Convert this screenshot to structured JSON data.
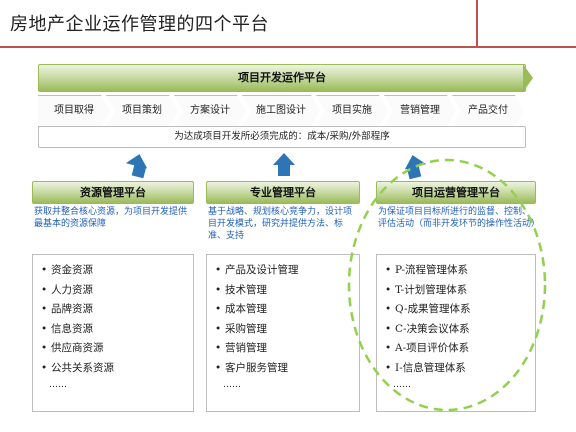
{
  "title": "房地产企业运作管理的四个平台",
  "band": {
    "label": "项目开发运作平台"
  },
  "steps": [
    "项目取得",
    "项目策划",
    "方案设计",
    "施工图设计",
    "项目实施",
    "营销管理",
    "产品交付"
  ],
  "requirement": "为达成项目开发所必须完成的：成本/采购/外部程序",
  "platforms": [
    {
      "name": "资源管理平台",
      "desc": "获取并整合核心资源，为项目开发提供最基本的资源保障",
      "items": [
        "资金资源",
        "人力资源",
        "品牌资源",
        "信息资源",
        "供应商资源",
        "公共关系资源"
      ],
      "more": "……"
    },
    {
      "name": "专业管理平台",
      "desc": "基于战略、规划核心竞争力，设计项目开发模式，研究并提供方法、标准、支持",
      "items": [
        "产品及设计管理",
        "技术管理",
        "成本管理",
        "采购管理",
        "营销管理",
        "客户服务管理"
      ],
      "more": "……"
    },
    {
      "name": "项目运营管理平台",
      "desc": "为保证项目目标所进行的监督、控制、评估活动（而非开发环节的操作性活动）",
      "items": [
        "P-流程管理体系",
        "T-计划管理体系",
        "Q-成果管理体系",
        "C-决策会议体系",
        "A-项目评价体系",
        "I-信息管理体系"
      ],
      "more": "……"
    }
  ],
  "colors": {
    "accent_line": "#c0504d",
    "green": "#9bbb59",
    "arrow_blue": "#2e75b6",
    "desc_blue": "#1f5fbf",
    "dash_green": "#92d050"
  }
}
